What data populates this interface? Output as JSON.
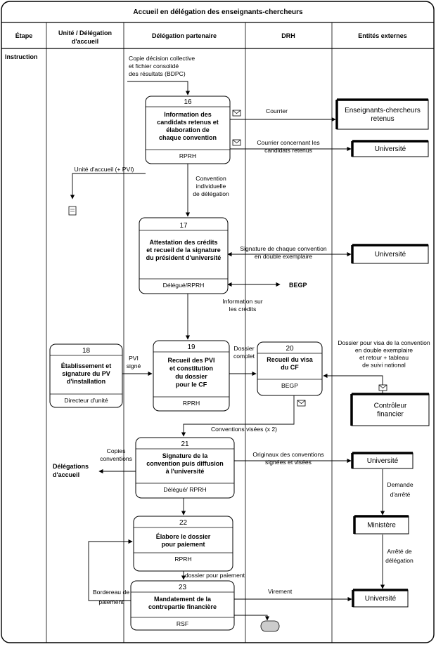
{
  "title": "Accueil en délégation des enseignants-chercheurs",
  "columns": [
    "Étape",
    "Unité / Délégation d'accueil",
    "Délégation partenaire",
    "DRH",
    "Entités externes"
  ],
  "stage": "Instruction",
  "boxes": [
    {
      "num": "16",
      "title": [
        "Information des",
        "candidats retenus et",
        "élaboration de",
        "chaque convention"
      ],
      "footer": "RPRH"
    },
    {
      "num": "17",
      "title": [
        "Attestation des crédits",
        "et recueil de la signature",
        "du président d'université"
      ],
      "footer": "Délégué/RPRH"
    },
    {
      "num": "18",
      "title": [
        "Établissement et",
        "signature du PV",
        "d'installation"
      ],
      "footer": "Directeur d'unité"
    },
    {
      "num": "19",
      "title": [
        "Recueil des PVI",
        "et constitution",
        "du dossier",
        "pour le CF"
      ],
      "footer": "RPRH"
    },
    {
      "num": "20",
      "title": [
        "Recueil du visa",
        "du CF"
      ],
      "footer": "BEGP"
    },
    {
      "num": "21",
      "title": [
        "Signature de la",
        "convention puis diffusion",
        "à l'université"
      ],
      "footer": "Délégué/ RPRH"
    },
    {
      "num": "22",
      "title": [
        "Élabore le dossier",
        "pour paiement"
      ],
      "footer": "RPRH"
    },
    {
      "num": "23",
      "title": [
        "Mandatement de la",
        "contrepartie financière"
      ],
      "footer": "RSF"
    }
  ],
  "externals": {
    "ens": [
      "Enseignants-chercheurs",
      "retenus"
    ],
    "univ": "Université",
    "cf": [
      "Contrôleur",
      "financier"
    ],
    "ministere": "Ministère"
  },
  "labels": {
    "copie": [
      "Copie décision collective",
      "et fichier consolidé",
      "des résultats (BDPC)"
    ],
    "courrier": "Courrier",
    "courrier2": [
      "Courrier concernant les",
      "candidats retenus"
    ],
    "unite_accueil": "Unité d'accueil (+ PVI)",
    "conv_indiv": [
      "Convention",
      "individuelle",
      "de délégation"
    ],
    "signature": [
      "Signature de chaque convention",
      "en double exemplaire"
    ],
    "begp": "BEGP",
    "info_credits": [
      "Information sur",
      "les crédits"
    ],
    "pvi_signe": [
      "PVI",
      "signé"
    ],
    "dossier_complet": [
      "Dossier",
      "complet"
    ],
    "dossier_visa": [
      "Dossier pour visa de la convention",
      "en double exemplaire",
      "et retour + tableau",
      "de suivi national"
    ],
    "conv_visees": "Conventions visées (x 2)",
    "copies_conv": [
      "Copies",
      "conventions"
    ],
    "delegations": [
      "Délégations",
      "d'accueil"
    ],
    "originaux": [
      "Originaux des conventions",
      "signées et visées"
    ],
    "demande": [
      "Demande",
      "d'arrêté"
    ],
    "arrete": [
      "Arrêté de",
      "délégation"
    ],
    "dossier_paiement": "dossier pour paiement",
    "bordereau": [
      "Bordereau de",
      "paiement"
    ],
    "virement": "Virement"
  }
}
